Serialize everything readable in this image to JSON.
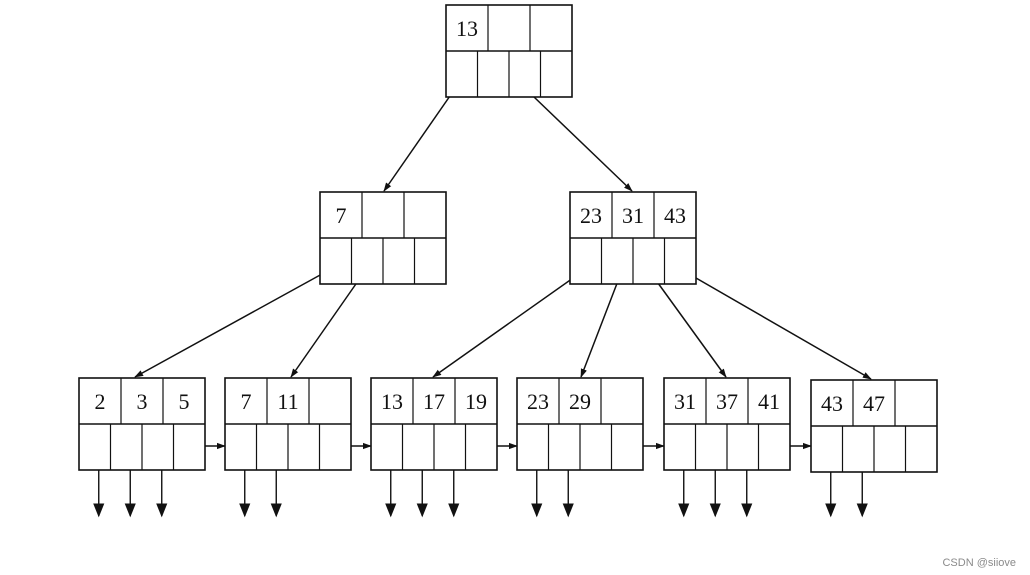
{
  "diagram": {
    "root": {
      "keys": [
        "13",
        "",
        ""
      ]
    },
    "internal": [
      {
        "keys": [
          "7",
          "",
          ""
        ]
      },
      {
        "keys": [
          "23",
          "31",
          "43"
        ]
      }
    ],
    "leaves": [
      {
        "keys": [
          "2",
          "3",
          "5"
        ]
      },
      {
        "keys": [
          "7",
          "11",
          ""
        ]
      },
      {
        "keys": [
          "13",
          "17",
          "19"
        ]
      },
      {
        "keys": [
          "23",
          "29",
          ""
        ]
      },
      {
        "keys": [
          "31",
          "37",
          "41"
        ]
      },
      {
        "keys": [
          "43",
          "47",
          ""
        ]
      }
    ],
    "stroke_color": "#111111",
    "background_color": "#ffffff"
  },
  "watermark": "CSDN @siiove"
}
